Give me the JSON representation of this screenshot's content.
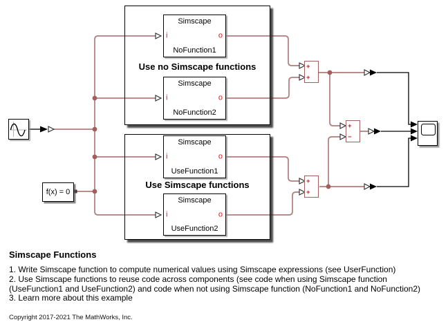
{
  "colors": {
    "physical_signal_line": "#b07c7c",
    "junction_dot": "#a25d5d",
    "sum_block_border": "#a25d5d",
    "port_letter_red": "#e01616",
    "signal_line": "#000000",
    "canvas_background": "#ffffff"
  },
  "icons": {
    "sine_wave": "sine-curve-glyph",
    "scope_display": "rounded-screen-glyph",
    "input_port": "hollow-triangle",
    "signal_arrow": "filled-triangle"
  },
  "blocks": {
    "solver": {
      "label": "f(x) = 0"
    }
  },
  "subsystems": [
    {
      "title": "Use no Simscape functions",
      "components": [
        {
          "header": "Simscape",
          "name": "NoFunction1",
          "in_port": "i",
          "out_port": "o"
        },
        {
          "header": "Simscape",
          "name": "NoFunction2",
          "in_port": "i",
          "out_port": "o"
        }
      ]
    },
    {
      "title": "Use Simscape functions",
      "components": [
        {
          "header": "Simscape",
          "name": "UseFunction1",
          "in_port": "i",
          "out_port": "o"
        },
        {
          "header": "Simscape",
          "name": "UseFunction2",
          "in_port": "i",
          "out_port": "o"
        }
      ]
    }
  ],
  "sums": [
    {
      "top": "+",
      "bottom": "+"
    },
    {
      "top": "+",
      "bottom": "−"
    },
    {
      "top": "+",
      "bottom": "+"
    }
  ],
  "notes": {
    "title": "Simscape Functions",
    "lines": [
      "1. Write Simscape function to compute numerical values using Simscape expressions (see UserFunction)",
      "2. Use Simscape functions to reuse code across components (see code when using Simscape function",
      "(UseFunction1 and UseFunction2) and code when not using Simscape function (NoFunction1 and NoFunction2)",
      "3. Learn more about this example"
    ],
    "copyright": "Copyright 2017-2021 The MathWorks, Inc."
  }
}
